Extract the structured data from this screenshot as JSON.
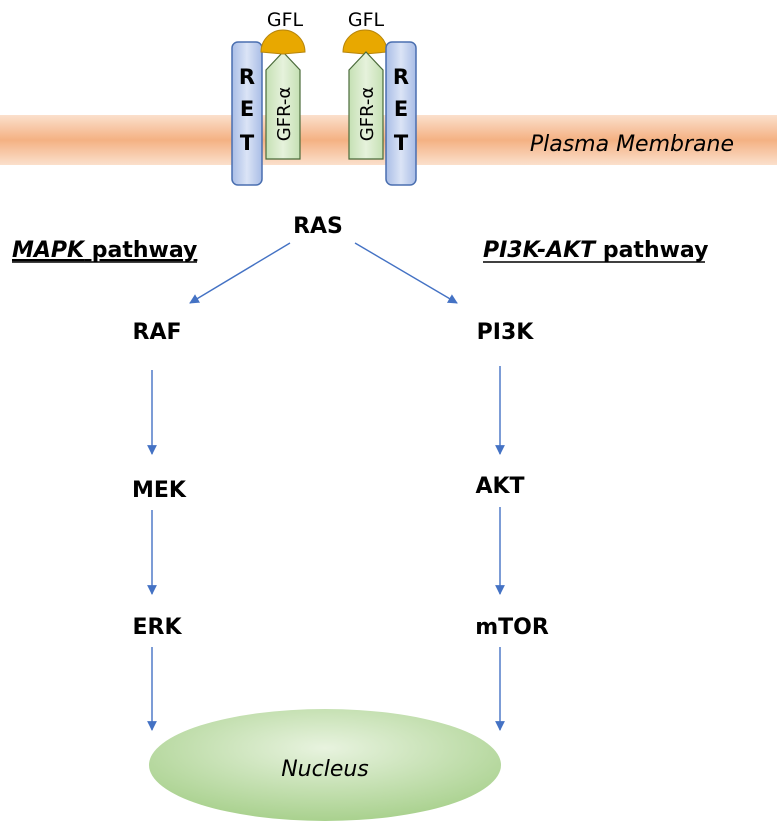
{
  "receptors": {
    "left": {
      "ligand": "GFL",
      "coreceptor": "GFR-α",
      "receptor_letters": [
        "R",
        "E",
        "T"
      ]
    },
    "right": {
      "ligand": "GFL",
      "coreceptor": "GFR-α",
      "receptor_letters": [
        "R",
        "E",
        "T"
      ]
    }
  },
  "membrane_label": "Plasma Membrane",
  "top_node": "RAS",
  "pathways": {
    "left": {
      "title_italic": "MAPK",
      "title_rest": " pathway",
      "nodes": [
        "RAF",
        "MEK",
        "ERK"
      ]
    },
    "right": {
      "title_italic": "PI3K-AKT",
      "title_rest": " pathway",
      "nodes": [
        "PI3K",
        "AKT",
        "mTOR"
      ]
    }
  },
  "nucleus_label": "Nucleus",
  "colors": {
    "membrane": "#f4b183",
    "receptor_fill": "#c7d3ee",
    "receptor_stroke": "#4a6fb0",
    "coreceptor_fill": "#d3e8c8",
    "ligand_fill": "#e8a800",
    "arrow": "#4472c4",
    "nucleus": "#a9d18e"
  }
}
